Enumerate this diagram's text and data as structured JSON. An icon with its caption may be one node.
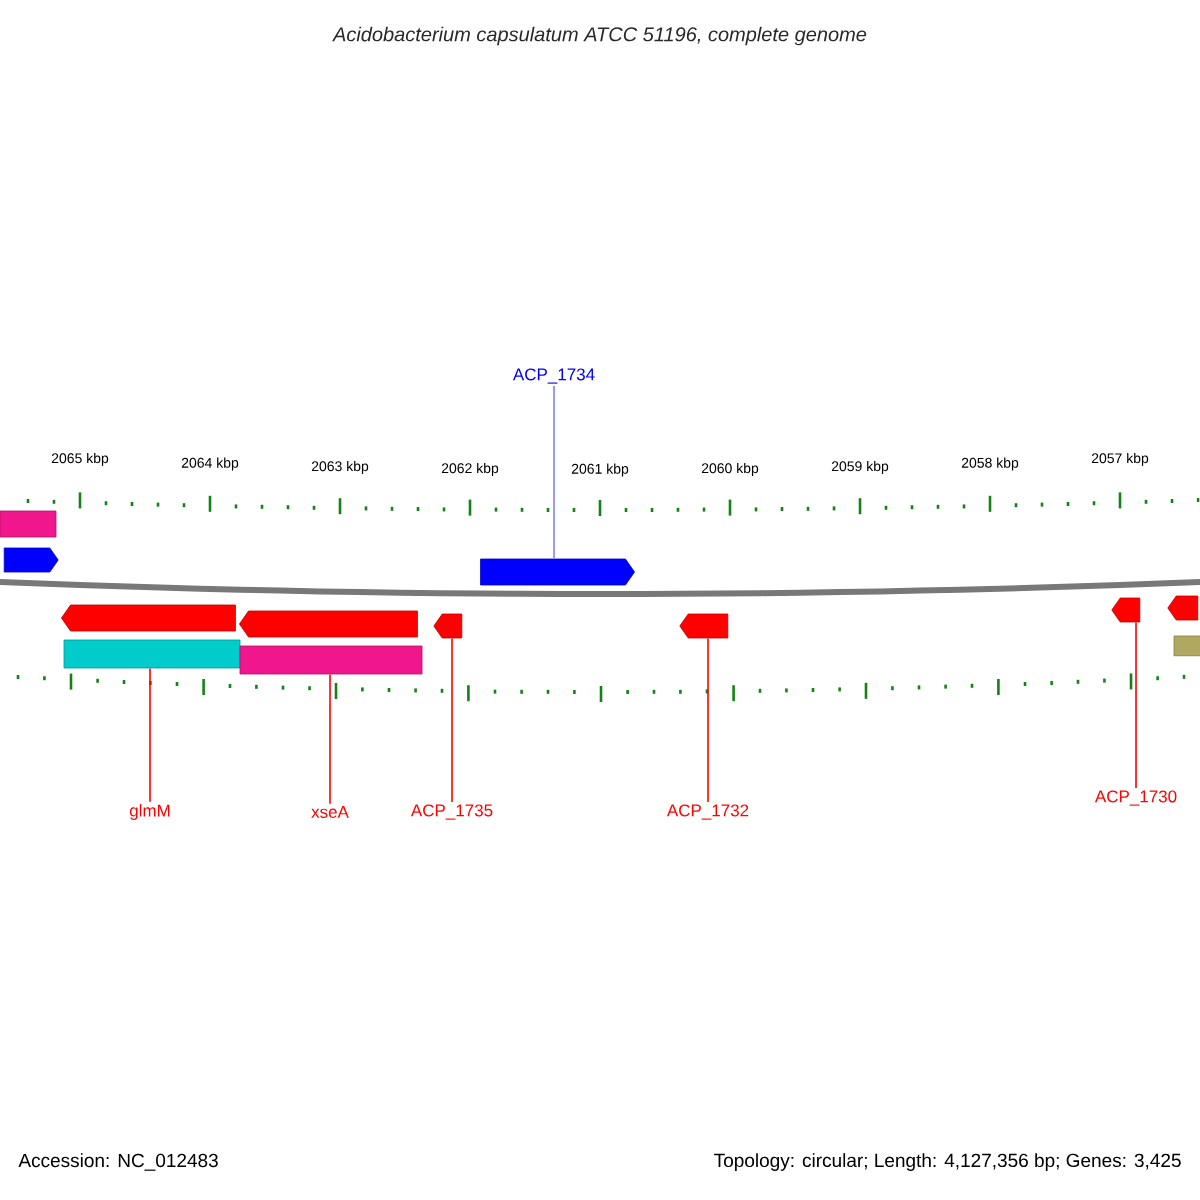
{
  "diagram": {
    "title": "Acidobacterium capsulatum ATCC 51196, complete genome",
    "nodes": [
      {
        "text": [
          "ACP_1734"
        ]
      },
      {
        "text": [
          "glmM"
        ]
      },
      {
        "text": [
          "xseA"
        ]
      },
      {
        "text": [
          "ACP_1735"
        ]
      },
      {
        "text": [
          "ACP_1732"
        ]
      },
      {
        "text": [
          "ACP_1730"
        ]
      },
      {
        "text": [],
        "shape": "bar"
      },
      {
        "text": [],
        "shape": "pentagon"
      },
      {
        "text": [],
        "shape": "pentagon"
      },
      {
        "text": [],
        "shape": "pentagon"
      },
      {
        "text": [],
        "shape": "pentagon"
      },
      {
        "text": [],
        "shape": "pentagon"
      },
      {
        "text": [],
        "shape": "pentagon"
      },
      {
        "text": [],
        "shape": "pentagon"
      },
      {
        "text": [],
        "shape": "pentagon"
      },
      {
        "text": [],
        "shape": "bar"
      },
      {
        "text": [],
        "shape": "bar"
      },
      {
        "text": [],
        "shape": "bar"
      }
    ],
    "edges": [
      {
        "from": 0,
        "to": 8,
        "arrow": "none",
        "color": "#8080ff"
      },
      {
        "from": 1,
        "to": 15,
        "arrow": "none"
      },
      {
        "from": 2,
        "to": 16,
        "arrow": "none"
      },
      {
        "from": 3,
        "to": 11,
        "arrow": "none"
      },
      {
        "from": 4,
        "to": 12,
        "arrow": "none"
      },
      {
        "from": 5,
        "to": 13,
        "arrow": "none"
      }
    ],
    "labels": [
      "2065 kbp",
      "2064 kbp",
      "2063 kbp",
      "2062 kbp",
      "2061 kbp",
      "2060 kbp",
      "2059 kbp",
      "2058 kbp",
      "2057 kbp",
      "Accession: NC_012483",
      "Topology: circular; Length: 4,127,356 bp; Genes: 3,425"
    ]
  }
}
